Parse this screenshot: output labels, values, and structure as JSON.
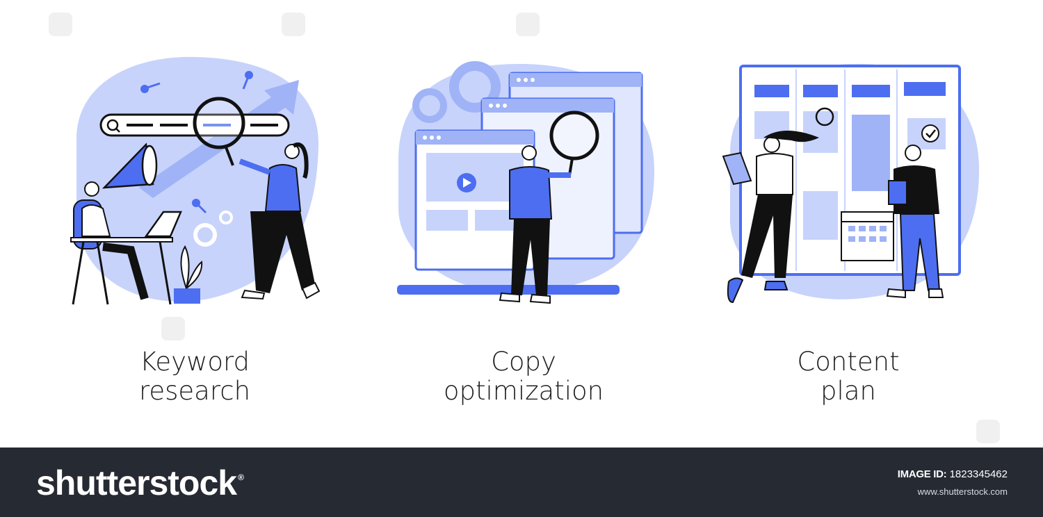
{
  "panels": [
    {
      "caption_line1": "Keyword",
      "caption_line2": "research",
      "illustration": "keyword-research-illustration"
    },
    {
      "caption_line1": "Copy",
      "caption_line2": "optimization",
      "illustration": "copy-optimization-illustration"
    },
    {
      "caption_line1": "Content",
      "caption_line2": "plan",
      "illustration": "content-plan-illustration"
    }
  ],
  "footer": {
    "logo_text": "shutterstock",
    "logo_mark": "®",
    "image_id_label": "IMAGE ID:",
    "image_id_value": "1823345462",
    "site": "www.shutterstock.com"
  },
  "colors": {
    "blue_light": "#c7d3fb",
    "blue_mid": "#9fb3f6",
    "blue_accent": "#4d6ef0",
    "ink": "#111111",
    "footer_bg": "#262a33"
  }
}
